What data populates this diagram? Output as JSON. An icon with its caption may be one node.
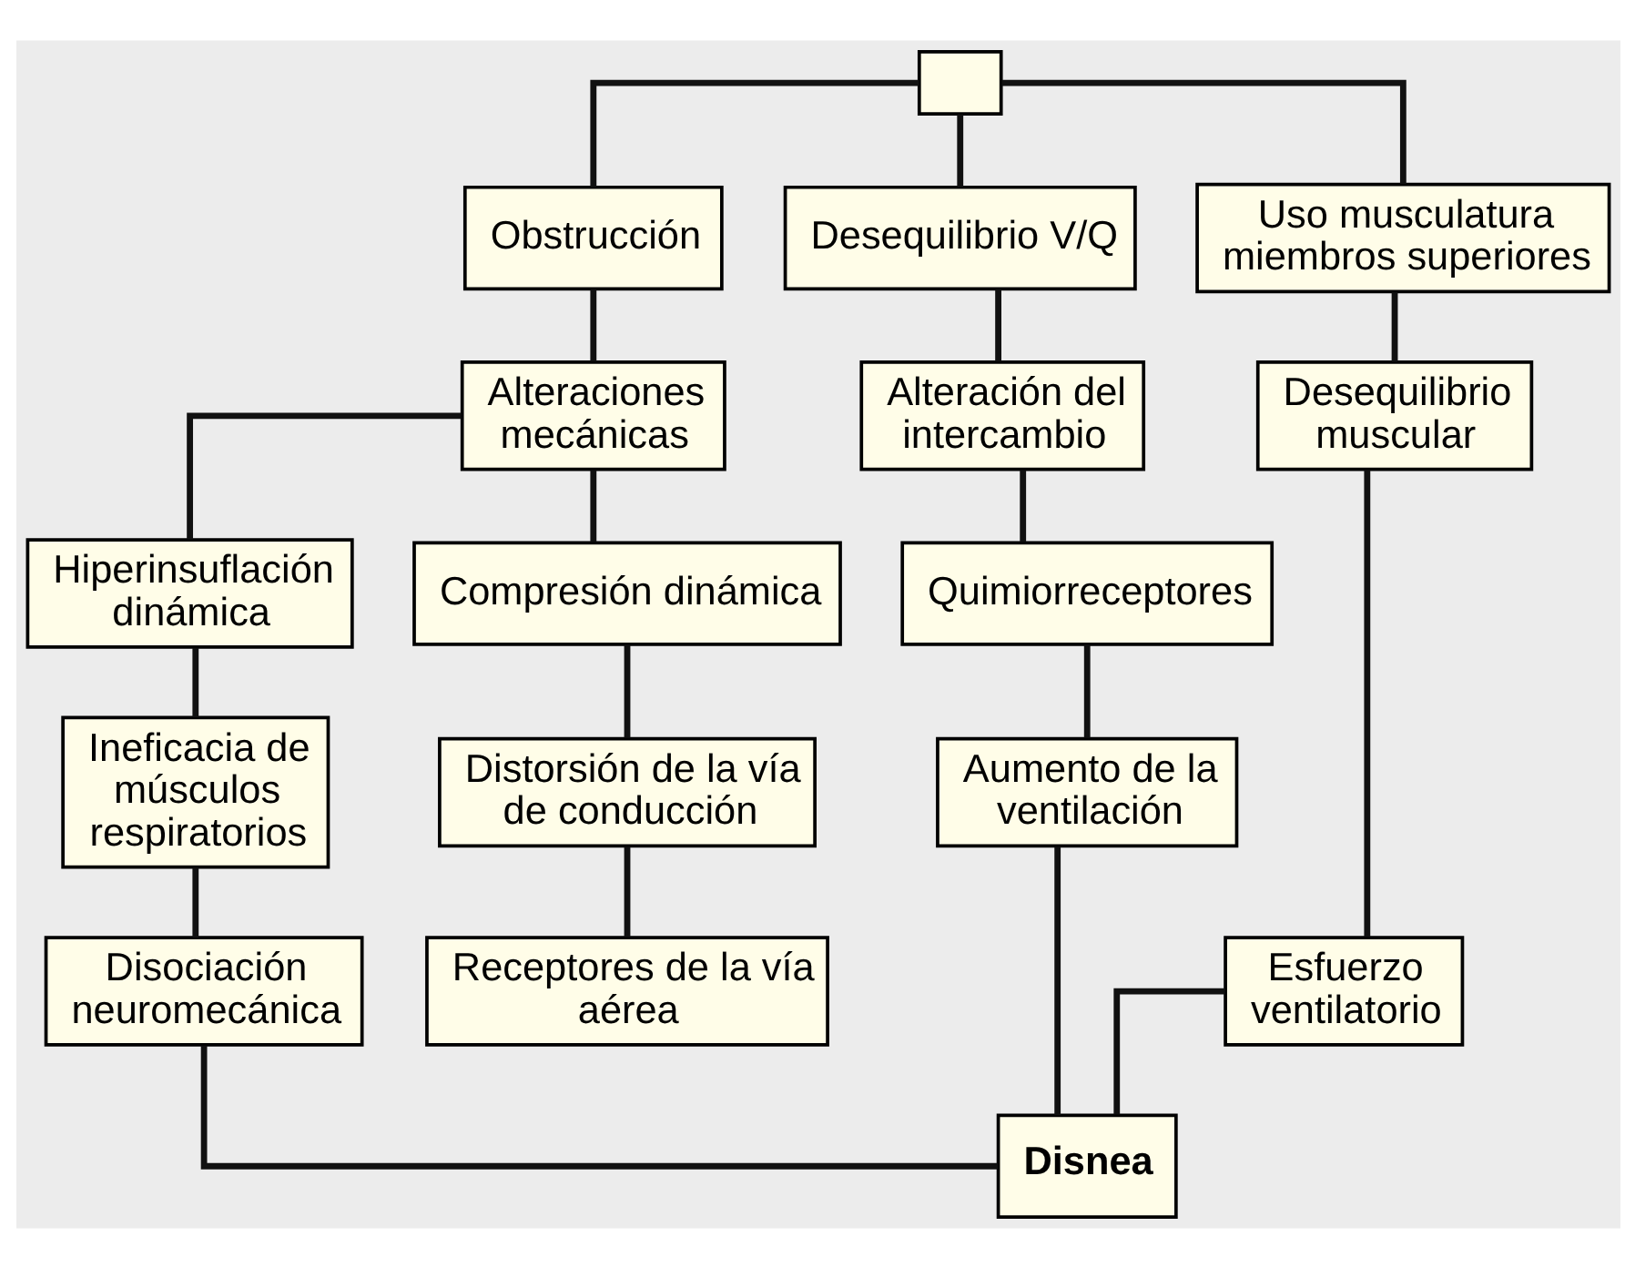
{
  "diagram": {
    "nodes": [
      {
        "text": [],
        "shape": "box"
      },
      {
        "text": [
          "Obstrucción"
        ]
      },
      {
        "text": [
          "Desequilibrio V/Q"
        ]
      },
      {
        "text": [
          "Uso musculatura miembros superiores"
        ]
      },
      {
        "text": [
          "Alteraciones mecánicas"
        ]
      },
      {
        "text": [
          "Hiperinsuflación dinámica"
        ]
      },
      {
        "text": [
          "Compresión dinámica"
        ]
      },
      {
        "text": [
          "Ineficacia de músculos respiratorios"
        ]
      },
      {
        "text": [
          "Distorsión de la vía de conducción"
        ]
      },
      {
        "text": [
          "Disociación neuromecánica"
        ]
      },
      {
        "text": [
          "Receptores de la vía aérea"
        ]
      },
      {
        "text": [
          "Alteración del intercambio"
        ]
      },
      {
        "text": [
          "Quimiorreceptores"
        ]
      },
      {
        "text": [
          "Aumento de la ventilación"
        ]
      },
      {
        "text": [
          "Desequilibrio muscular"
        ]
      },
      {
        "text": [
          "Esfuerzo ventilatorio"
        ]
      },
      {
        "text": [
          "Disnea"
        ]
      }
    ],
    "edges": [
      {
        "from": 0,
        "to": 1,
        "arrow": "none"
      },
      {
        "from": 0,
        "to": 2,
        "arrow": "none"
      },
      {
        "from": 0,
        "to": 3,
        "arrow": "none"
      },
      {
        "from": 1,
        "to": 4,
        "arrow": "none"
      },
      {
        "from": 4,
        "to": 5,
        "arrow": "none"
      },
      {
        "from": 4,
        "to": 6,
        "arrow": "none"
      },
      {
        "from": 5,
        "to": 7,
        "arrow": "none"
      },
      {
        "from": 6,
        "to": 8,
        "arrow": "none"
      },
      {
        "from": 7,
        "to": 9,
        "arrow": "none"
      },
      {
        "from": 8,
        "to": 10,
        "arrow": "none"
      },
      {
        "from": 2,
        "to": 11,
        "arrow": "none"
      },
      {
        "from": 11,
        "to": 12,
        "arrow": "none"
      },
      {
        "from": 12,
        "to": 13,
        "arrow": "none"
      },
      {
        "from": 3,
        "to": 14,
        "arrow": "none"
      },
      {
        "from": 14,
        "to": 15,
        "arrow": "none"
      },
      {
        "from": 9,
        "to": 16,
        "arrow": "none"
      },
      {
        "from": 13,
        "to": 16,
        "arrow": "none"
      },
      {
        "from": 15,
        "to": 16,
        "arrow": "none"
      }
    ]
  }
}
